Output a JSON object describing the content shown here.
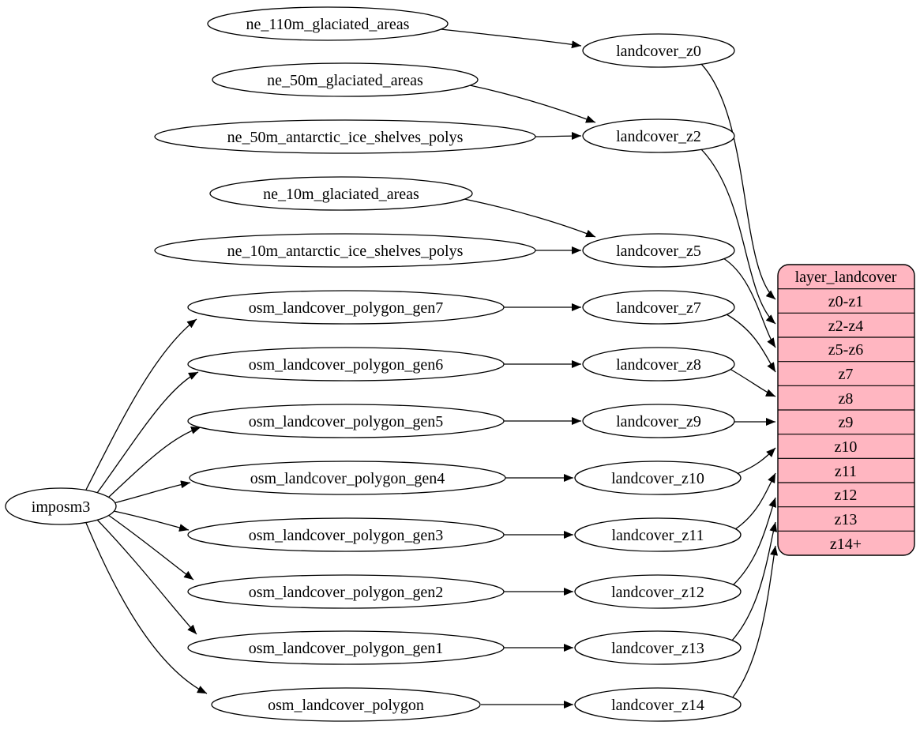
{
  "diagram": {
    "type": "graphviz-flow",
    "description": "ETL mapping diagram from imposm3 and natural earth source tables through landcover zoom-level views into the layer_landcover record",
    "colors": {
      "background": "#ffffff",
      "node_fill": "#ffffff",
      "node_stroke": "#000000",
      "edge_color": "#000000",
      "record_fill": "#ffb6c1"
    },
    "nodes": {
      "imposm3": "imposm3",
      "ne_110m_glaciated_areas": "ne_110m_glaciated_areas",
      "ne_50m_glaciated_areas": "ne_50m_glaciated_areas",
      "ne_50m_antarctic_ice_shelves_polys": "ne_50m_antarctic_ice_shelves_polys",
      "ne_10m_glaciated_areas": "ne_10m_glaciated_areas",
      "ne_10m_antarctic_ice_shelves_polys": "ne_10m_antarctic_ice_shelves_polys",
      "osm_landcover_polygon_gen7": "osm_landcover_polygon_gen7",
      "osm_landcover_polygon_gen6": "osm_landcover_polygon_gen6",
      "osm_landcover_polygon_gen5": "osm_landcover_polygon_gen5",
      "osm_landcover_polygon_gen4": "osm_landcover_polygon_gen4",
      "osm_landcover_polygon_gen3": "osm_landcover_polygon_gen3",
      "osm_landcover_polygon_gen2": "osm_landcover_polygon_gen2",
      "osm_landcover_polygon_gen1": "osm_landcover_polygon_gen1",
      "osm_landcover_polygon": "osm_landcover_polygon",
      "landcover_z0": "landcover_z0",
      "landcover_z2": "landcover_z2",
      "landcover_z5": "landcover_z5",
      "landcover_z7": "landcover_z7",
      "landcover_z8": "landcover_z8",
      "landcover_z9": "landcover_z9",
      "landcover_z10": "landcover_z10",
      "landcover_z11": "landcover_z11",
      "landcover_z12": "landcover_z12",
      "landcover_z13": "landcover_z13",
      "landcover_z14": "landcover_z14"
    },
    "record": {
      "title": "layer_landcover",
      "rows": [
        "z0-z1",
        "z2-z4",
        "z5-z6",
        "z7",
        "z8",
        "z9",
        "z10",
        "z11",
        "z12",
        "z13",
        "z14+"
      ]
    },
    "edges": [
      {
        "from": "ne_110m_glaciated_areas",
        "to": "landcover_z0"
      },
      {
        "from": "ne_50m_glaciated_areas",
        "to": "landcover_z2"
      },
      {
        "from": "ne_50m_antarctic_ice_shelves_polys",
        "to": "landcover_z2"
      },
      {
        "from": "ne_10m_glaciated_areas",
        "to": "landcover_z5"
      },
      {
        "from": "ne_10m_antarctic_ice_shelves_polys",
        "to": "landcover_z5"
      },
      {
        "from": "imposm3",
        "to": "osm_landcover_polygon_gen7"
      },
      {
        "from": "imposm3",
        "to": "osm_landcover_polygon_gen6"
      },
      {
        "from": "imposm3",
        "to": "osm_landcover_polygon_gen5"
      },
      {
        "from": "imposm3",
        "to": "osm_landcover_polygon_gen4"
      },
      {
        "from": "imposm3",
        "to": "osm_landcover_polygon_gen3"
      },
      {
        "from": "imposm3",
        "to": "osm_landcover_polygon_gen2"
      },
      {
        "from": "imposm3",
        "to": "osm_landcover_polygon_gen1"
      },
      {
        "from": "imposm3",
        "to": "osm_landcover_polygon"
      },
      {
        "from": "osm_landcover_polygon_gen7",
        "to": "landcover_z7"
      },
      {
        "from": "osm_landcover_polygon_gen6",
        "to": "landcover_z8"
      },
      {
        "from": "osm_landcover_polygon_gen5",
        "to": "landcover_z9"
      },
      {
        "from": "osm_landcover_polygon_gen4",
        "to": "landcover_z10"
      },
      {
        "from": "osm_landcover_polygon_gen3",
        "to": "landcover_z11"
      },
      {
        "from": "osm_landcover_polygon_gen2",
        "to": "landcover_z12"
      },
      {
        "from": "osm_landcover_polygon_gen1",
        "to": "landcover_z13"
      },
      {
        "from": "osm_landcover_polygon",
        "to": "landcover_z14"
      },
      {
        "from": "landcover_z0",
        "to": "layer_landcover:z0-z1"
      },
      {
        "from": "landcover_z2",
        "to": "layer_landcover:z2-z4"
      },
      {
        "from": "landcover_z5",
        "to": "layer_landcover:z5-z6"
      },
      {
        "from": "landcover_z7",
        "to": "layer_landcover:z7"
      },
      {
        "from": "landcover_z8",
        "to": "layer_landcover:z8"
      },
      {
        "from": "landcover_z9",
        "to": "layer_landcover:z9"
      },
      {
        "from": "landcover_z10",
        "to": "layer_landcover:z10"
      },
      {
        "from": "landcover_z11",
        "to": "layer_landcover:z11"
      },
      {
        "from": "landcover_z12",
        "to": "layer_landcover:z12"
      },
      {
        "from": "landcover_z13",
        "to": "layer_landcover:z13"
      },
      {
        "from": "landcover_z14",
        "to": "layer_landcover:z14+"
      }
    ]
  }
}
